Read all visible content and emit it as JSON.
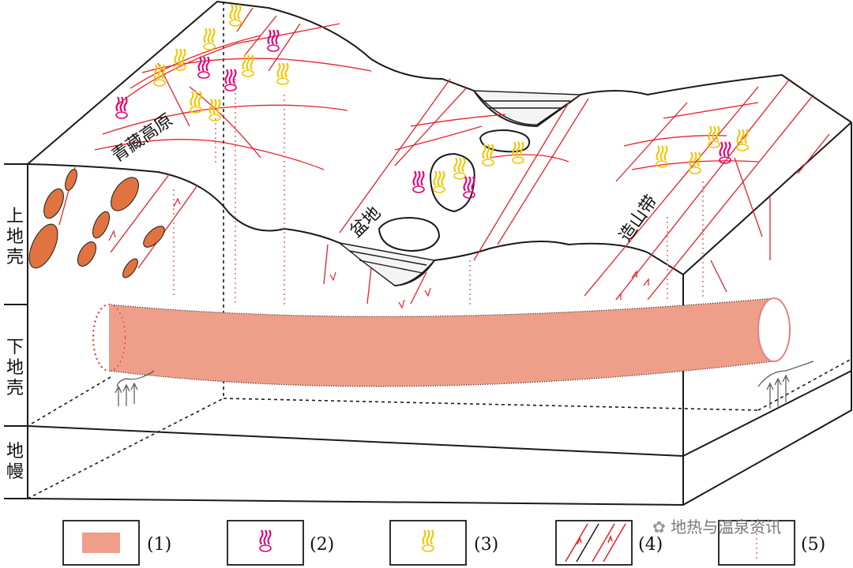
{
  "layers": {
    "upper_crust": "上\n地\n壳",
    "lower_crust": "下\n地\n壳",
    "mantle": "地\n幔"
  },
  "regions": {
    "plateau": "青藏高原",
    "basin": "盆地",
    "orogen": "造山带"
  },
  "legend": [
    {
      "num": "(1)",
      "symbol": "magma-body"
    },
    {
      "num": "(2)",
      "symbol": "high-temp-hot-spring"
    },
    {
      "num": "(3)",
      "symbol": "hot-spring"
    },
    {
      "num": "(4)",
      "symbol": "fault"
    },
    {
      "num": "(5)",
      "symbol": "dotted-line"
    }
  ],
  "watermark": "地热与温泉资讯",
  "colors": {
    "magma": "#ee9e89",
    "intrusion": "#e0733f",
    "fault": "#e8202a",
    "spring_magenta": "#e2007a",
    "spring_yellow": "#f2c500",
    "outline": "#1a1a1a"
  }
}
